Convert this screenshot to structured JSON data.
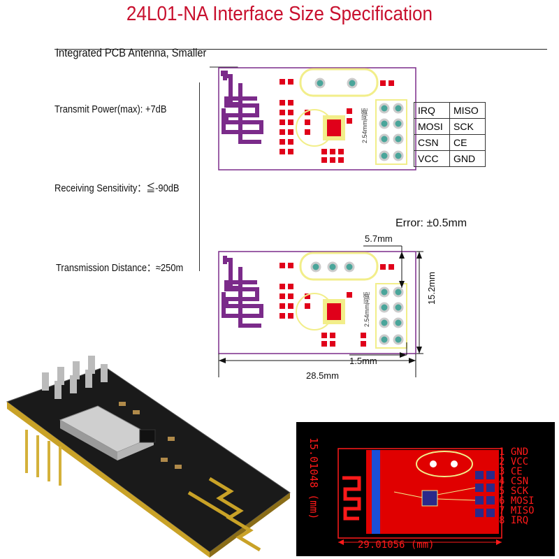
{
  "title": "24L01-NA Interface Size Specification",
  "features": {
    "antenna": "Integrated PCB Antenna, Smaller",
    "power": "Transmit Power(max): +7dB",
    "sensitivity": "Receiving Sensitivity：≦-90dB",
    "distance": "Transmission Distance：≈250m"
  },
  "pin_table": [
    [
      "IRQ",
      "MISO"
    ],
    [
      "MOSI",
      "SCK"
    ],
    [
      "CSN",
      "CE"
    ],
    [
      "VCC",
      "GND"
    ]
  ],
  "pcb_label": "2.54mm间距",
  "dimensions": {
    "error": "Error: ±0.5mm",
    "pin_offset": "5.7mm",
    "height": "15.2mm",
    "edge": "1.5mm",
    "width": "28.5mm"
  },
  "cad": {
    "height_label": "15.01048 (mm)",
    "width_label": "29.01056 (mm)",
    "pins": [
      {
        "num": "1",
        "name": "GND"
      },
      {
        "num": "2",
        "name": "VCC"
      },
      {
        "num": "3",
        "name": "CE"
      },
      {
        "num": "4",
        "name": "CSN"
      },
      {
        "num": "5",
        "name": "SCK"
      },
      {
        "num": "6",
        "name": "MOSI"
      },
      {
        "num": "7",
        "name": "MISO"
      },
      {
        "num": "8",
        "name": "IRQ"
      }
    ]
  },
  "colors": {
    "title": "#c8102e",
    "pcb_outline": "#7b2b8a",
    "pad_red": "#e0001a",
    "silk_yellow": "#f2ee8a",
    "pin_teal": "#4aa59a",
    "cad_red": "#ff1a1a"
  }
}
